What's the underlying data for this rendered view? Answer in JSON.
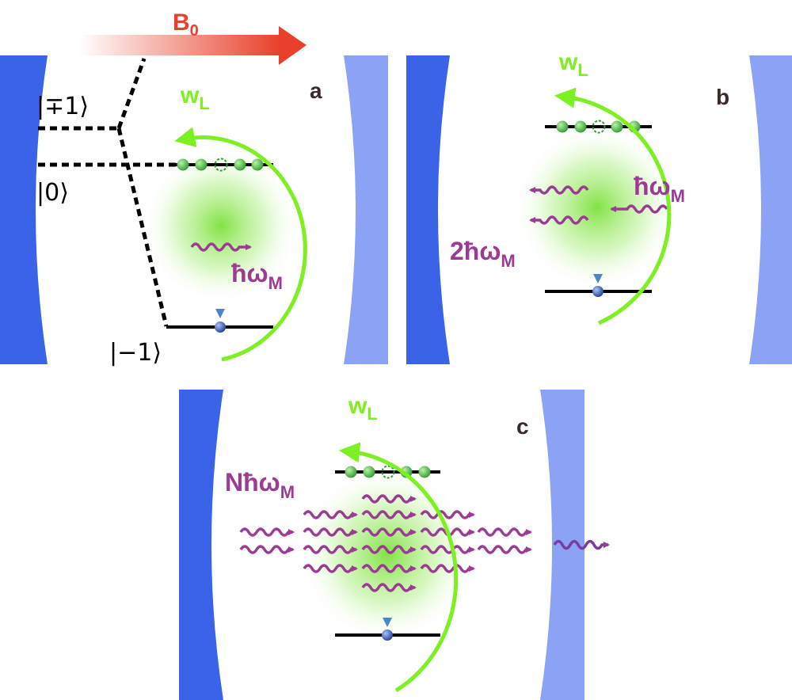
{
  "field": {
    "label": "B",
    "sub": "0"
  },
  "panels": {
    "a": {
      "tag": "a",
      "w_label": "w",
      "w_sub": "L",
      "photon_label": "ħω",
      "photon_sub": "M",
      "ket_plus": "|∓1⟩",
      "ket_zero": "|0⟩",
      "ket_minus": "|−1⟩"
    },
    "b": {
      "tag": "b",
      "w_label": "w",
      "w_sub": "L",
      "photon_label": "ħω",
      "photon_sub": "M",
      "photon2_label": "2ħω",
      "photon2_sub": "M"
    },
    "c": {
      "tag": "c",
      "w_label": "w",
      "w_sub": "L",
      "photonN_label": "Nħω",
      "photonN_sub": "M"
    }
  },
  "colors": {
    "mirror_dark": "#3b63e8",
    "mirror_light": "#8ca3f5",
    "laser": "#7cf021",
    "photon": "#9b3b93",
    "field_arrow": "#e8402a",
    "atom": "#4fbf4f",
    "ground_atom": "#3a5fc8"
  }
}
